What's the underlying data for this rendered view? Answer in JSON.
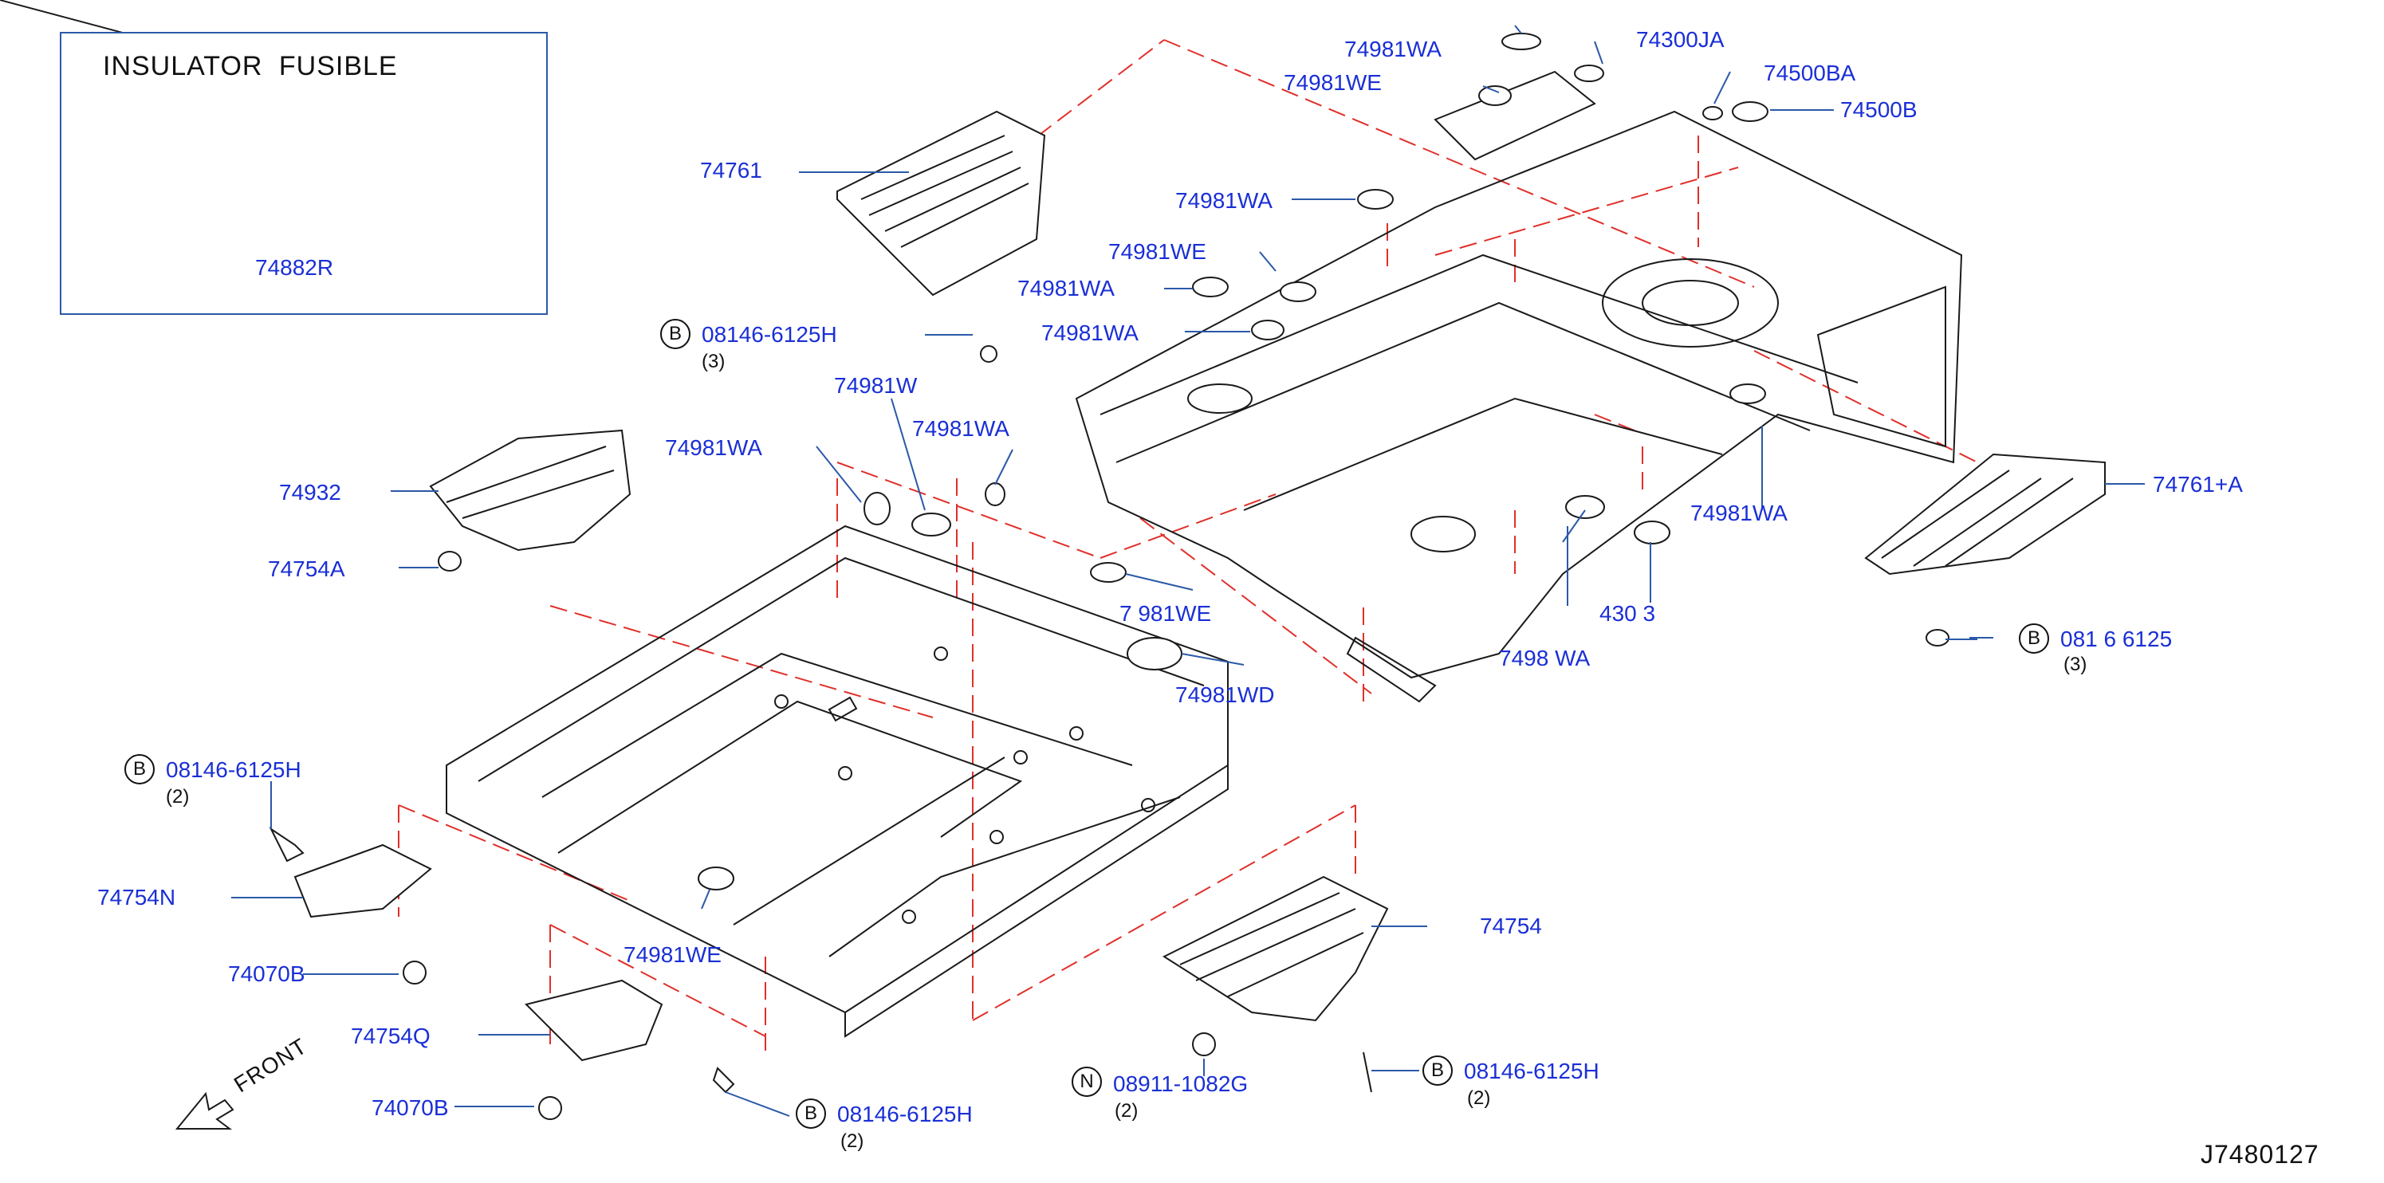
{
  "inset": {
    "title": "INSULATOR  FUSIBLE",
    "part": "74882R"
  },
  "diagram_id": "J7480127",
  "front_label": "FRONT",
  "labels": [
    {
      "id": "lbl-74981wa-top",
      "text": "74981WA"
    },
    {
      "id": "lbl-74300ja",
      "text": "74300JA"
    },
    {
      "id": "lbl-74981we-top",
      "text": "74981WE"
    },
    {
      "id": "lbl-74500ba",
      "text": "74500BA"
    },
    {
      "id": "lbl-74500b",
      "text": "74500B"
    },
    {
      "id": "lbl-74761",
      "text": "74761"
    },
    {
      "id": "lbl-74981wa-2",
      "text": "74981WA"
    },
    {
      "id": "lbl-74981we-2",
      "text": "74981WE"
    },
    {
      "id": "lbl-74981wa-3",
      "text": "74981WA"
    },
    {
      "id": "lbl-74981wa-4",
      "text": "74981WA"
    },
    {
      "id": "lbl-74981w",
      "text": "74981W"
    },
    {
      "id": "lbl-74981wa-5",
      "text": "74981WA"
    },
    {
      "id": "lbl-74981wa-6",
      "text": "74981WA"
    },
    {
      "id": "lbl-74932",
      "text": "74932"
    },
    {
      "id": "lbl-74754a",
      "text": "74754A"
    },
    {
      "id": "lbl-74981wa-7",
      "text": "74981WA"
    },
    {
      "id": "lbl-74761a",
      "text": "74761+A"
    },
    {
      "id": "lbl-74981we-3",
      "text": "7 981WE"
    },
    {
      "id": "lbl-430",
      "text": "430 3"
    },
    {
      "id": "lbl-74981wd",
      "text": "74981WD"
    },
    {
      "id": "lbl-74981wa-8",
      "text": "7498 WA"
    },
    {
      "id": "lbl-74754n",
      "text": "74754N"
    },
    {
      "id": "lbl-74070b-1",
      "text": "74070B"
    },
    {
      "id": "lbl-74754q",
      "text": "74754Q"
    },
    {
      "id": "lbl-74070b-2",
      "text": "74070B"
    },
    {
      "id": "lbl-74981we-4",
      "text": "74981WE"
    },
    {
      "id": "lbl-74754",
      "text": "74754"
    }
  ],
  "callouts": [
    {
      "id": "callout-top-bolt",
      "badge": "B",
      "code": "08146-6125H",
      "qty": "(3)"
    },
    {
      "id": "callout-right-bolt",
      "badge": "B",
      "code": "081 6 6125",
      "qty": "(3)"
    },
    {
      "id": "callout-left-bolt",
      "badge": "B",
      "code": "08146-6125H",
      "qty": "(2)"
    },
    {
      "id": "callout-bottom-bolt",
      "badge": "B",
      "code": "08146-6125H",
      "qty": "(2)"
    },
    {
      "id": "callout-nut",
      "badge": "N",
      "code": "08911-1082G",
      "qty": "(2)"
    },
    {
      "id": "callout-right-bottom-bolt",
      "badge": "B",
      "code": "08146-6125H",
      "qty": "(2)"
    }
  ],
  "colors": {
    "label": "#1a2fd6",
    "leader": "#2b59a8",
    "dash": "#e0302a",
    "line": "#1a1a1a"
  }
}
